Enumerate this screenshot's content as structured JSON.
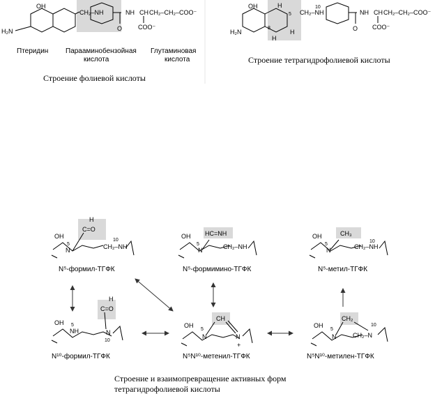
{
  "top_left": {
    "oh": "OH",
    "h2n": "H₂N",
    "ch2nh": "CH₂–NH",
    "nh": "NH",
    "ch": "CH",
    "ch2ch2coo": "CH₂–CH₂–COO⁻",
    "coo": "COO⁻",
    "label_pteridine": "Птеридин",
    "label_paba_1": "Парааминобензойная",
    "label_paba_2": "кислота",
    "label_glu_1": "Глутаминовая",
    "label_glu_2": "кислота",
    "caption": "Строение фолиевой кислоты"
  },
  "top_right": {
    "oh": "OH",
    "h2n": "H₂N",
    "h": "H",
    "pos5": "5",
    "pos8": "8",
    "pos10": "10",
    "ch2nh": "CH₂–NH",
    "nh": "NH",
    "ch": "CH",
    "ch2ch2coo": "CH₂–CH₂–COO⁻",
    "coo": "COO⁻",
    "caption": "Строение тетрагидрофолиевой кислоты"
  },
  "bottom": {
    "formyl_group": "C=O (H)",
    "formimino_group": "HC=NH",
    "methyl_group": "CH₃",
    "methenyl_group": "CH",
    "methylene_group": "CH₂",
    "n5_formyl": "N⁵-формил-ТГФК",
    "n5_formimino": "N⁵-формимино-ТГФК",
    "n5_methyl": "N⁵-метил-ТГФК",
    "n10_formyl": "N¹⁰-формил-ТГФК",
    "n5n10_methenyl": "N⁵N¹⁰-метенил-ТГФК",
    "n5n10_methylene": "N⁵N¹⁰-метилен-ТГФК",
    "caption_1": "Строение и взаимопревращение активных форм",
    "caption_2": "тетрагидрофолиевой кислоты"
  },
  "colors": {
    "highlight": "#d9d9d9",
    "ink": "#000000"
  }
}
